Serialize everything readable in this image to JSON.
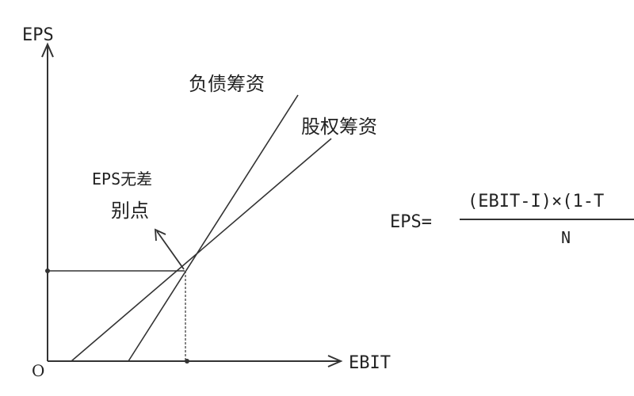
{
  "axes": {
    "y_label": "EPS",
    "x_label": "EBIT",
    "origin_label": "O"
  },
  "lines": {
    "debt_label": "负债筹资",
    "equity_label": "股权筹资"
  },
  "indifference_point": {
    "label_line1": "EPS无差",
    "label_line2": "别点"
  },
  "formula": {
    "lhs": "EPS=",
    "numerator": "(EBIT-I)×(1-T",
    "denominator": "N"
  },
  "colors": {
    "line": "#333333",
    "background": "#ffffff"
  }
}
